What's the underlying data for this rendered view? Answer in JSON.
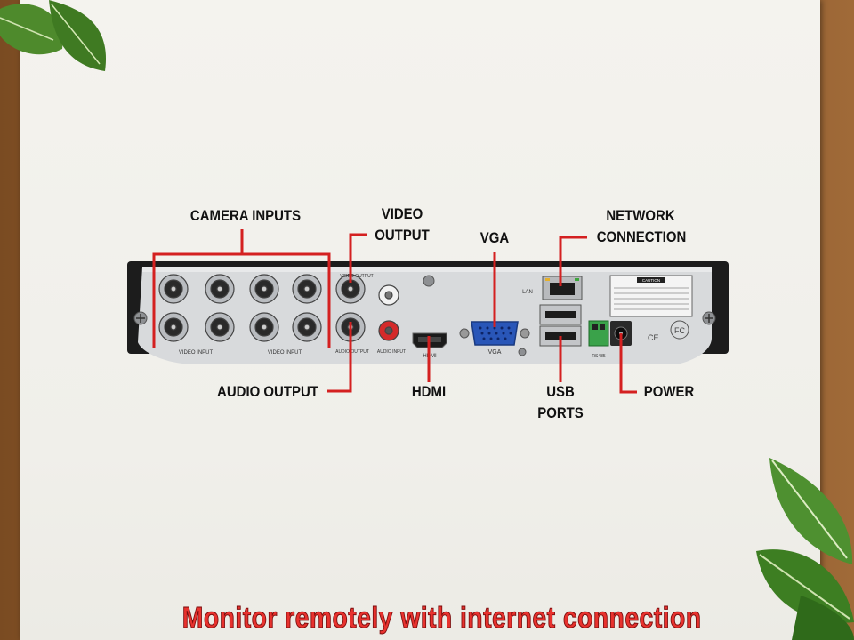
{
  "labels": {
    "camera_inputs": "CAMERA INPUTS",
    "video_output_line1": "VIDEO",
    "video_output_line2": "OUTPUT",
    "vga": "VGA",
    "network_line1": "NETWORK",
    "network_line2": "CONNECTION",
    "audio_output": "AUDIO OUTPUT",
    "hdmi": "HDMI",
    "usb_line1": "USB",
    "usb_line2": "PORTS",
    "power": "POWER"
  },
  "panel_text": {
    "video_input": "VIDEO INPUT",
    "video_output": "VIDEO OUTPUT",
    "audio_output": "AUDIO OUTPUT",
    "audio_input": "AUDIO INPUT",
    "hdmi": "HDMI",
    "vga": "VGA",
    "lan": "LAN",
    "rs485": "RS485",
    "caution": "CAUTION",
    "ce": "CE",
    "fc": "FC"
  },
  "caption": "Monitor remotely with internet connection",
  "colors": {
    "callout_line": "#d42020",
    "caption": "#e8322e",
    "chassis": "#1c1c1c",
    "panel": "#d9dbdd"
  }
}
